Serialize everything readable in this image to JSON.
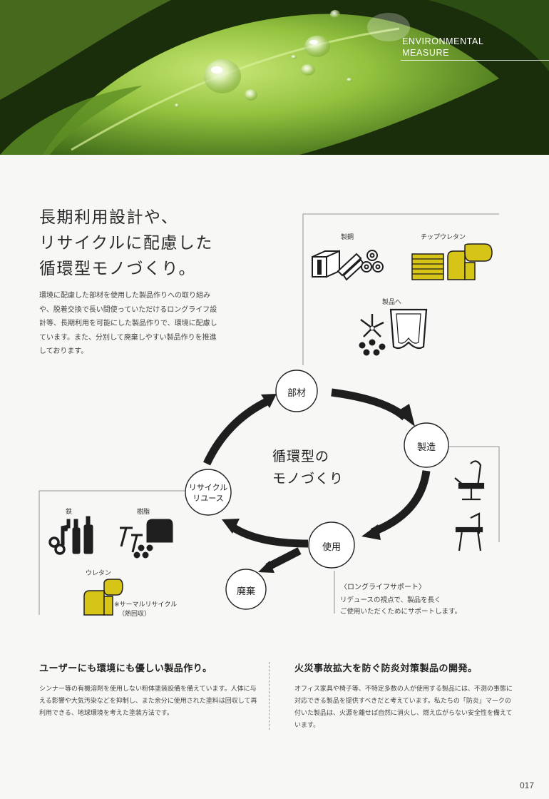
{
  "header": {
    "title_lines": [
      "ENVIRONMENTAL",
      "MEASURE"
    ]
  },
  "headline": [
    "長期利用設計や、",
    "リサイクルに配慮した",
    "循環型モノづくり。"
  ],
  "intro": "環境に配慮した部材を使用した製品作りへの取り組みや、脱着交換で長い間使っていただけるロングライフ設計等、長期利用を可能にした製品作りで、環境に配慮しています。また、分別して廃棄しやすい製品作りを推進しております。",
  "diagram": {
    "center": [
      "循環型の",
      "モノづくり"
    ],
    "nodes": {
      "buzai": "部材",
      "seizo": "製造",
      "shiyo": "使用",
      "recycle": [
        "リサイクル",
        "リユース"
      ],
      "haiki": "廃棄"
    },
    "materials": {
      "steel": "製鋼",
      "urethane_chip": "チップウレタン",
      "to_product": "製品へ"
    },
    "recycle_items": {
      "iron": "鉄",
      "resin": "樹脂",
      "urethane": "ウレタン",
      "thermal": [
        "※サーマルリサイクル",
        "（熱回収）"
      ]
    },
    "support": {
      "heading": "〈ロングライフサポート〉",
      "lines": [
        "リデュースの視点で、製品を長く",
        "ご使用いただくためにサポートします。"
      ]
    }
  },
  "sections": [
    {
      "heading": "ユーザーにも環境にも優しい製品作り。",
      "body": "シンナー等の有機溶剤を使用しない粉体塗装設備を備えています。人体に与える影響や大気汚染などを抑制し、また余分に使用された塗料は回収して再利用できる、地球環境を考えた塗装方法です。"
    },
    {
      "heading": "火災事故拡大を防ぐ防炎対策製品の開発。",
      "body": "オフィス家具や椅子等、不特定多数の人が使用する製品には、不測の事態に対応できる製品を提供すべきだと考えています。私たちの「防炎」マークの付いた製品は、火源を離せば自然に消火し、燃え広がらない安全性を備えています。"
    }
  ],
  "page_number": "017",
  "colors": {
    "accent_yellow": "#d6c417",
    "ink": "#222222"
  }
}
